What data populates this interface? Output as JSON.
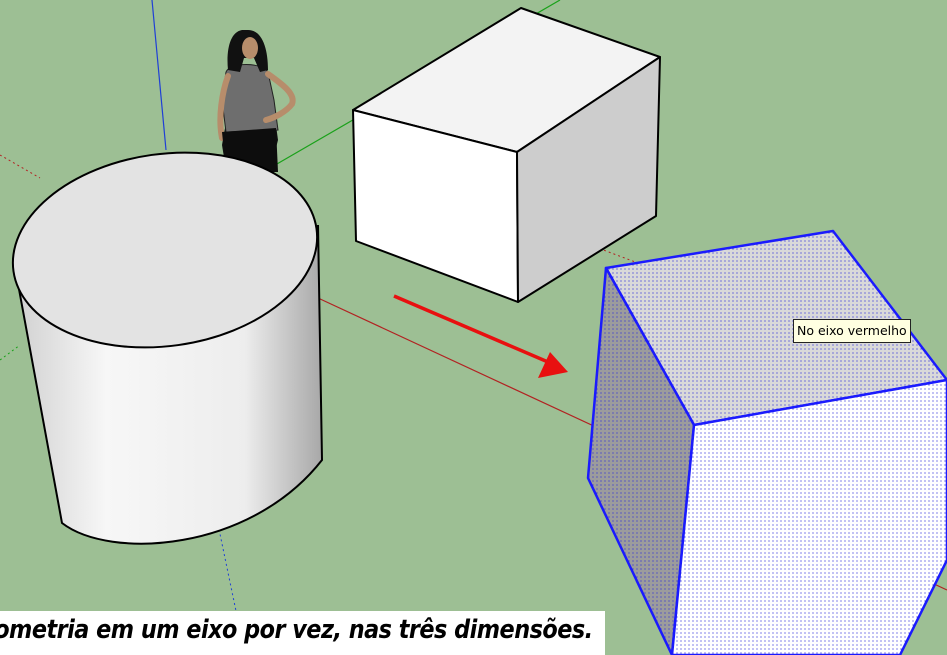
{
  "viewport": {
    "background": "#9dbf94",
    "tooltip_text": "No eixo vermelho",
    "caption_text": "Geometria em um eixo por vez, nas três dimensões.",
    "colors": {
      "red_axis": "#b22222",
      "green_axis": "#1aa11a",
      "blue_axis": "#1f3fd6",
      "selection": "#1a1aff",
      "arrow": "#e81010",
      "face_light": "#f2f2f2",
      "face_shade": "#c9c9c9"
    },
    "objects": [
      "person-figure",
      "cylinder",
      "box",
      "selected-cube"
    ],
    "arrow_icon": "red-arrow-icon"
  }
}
